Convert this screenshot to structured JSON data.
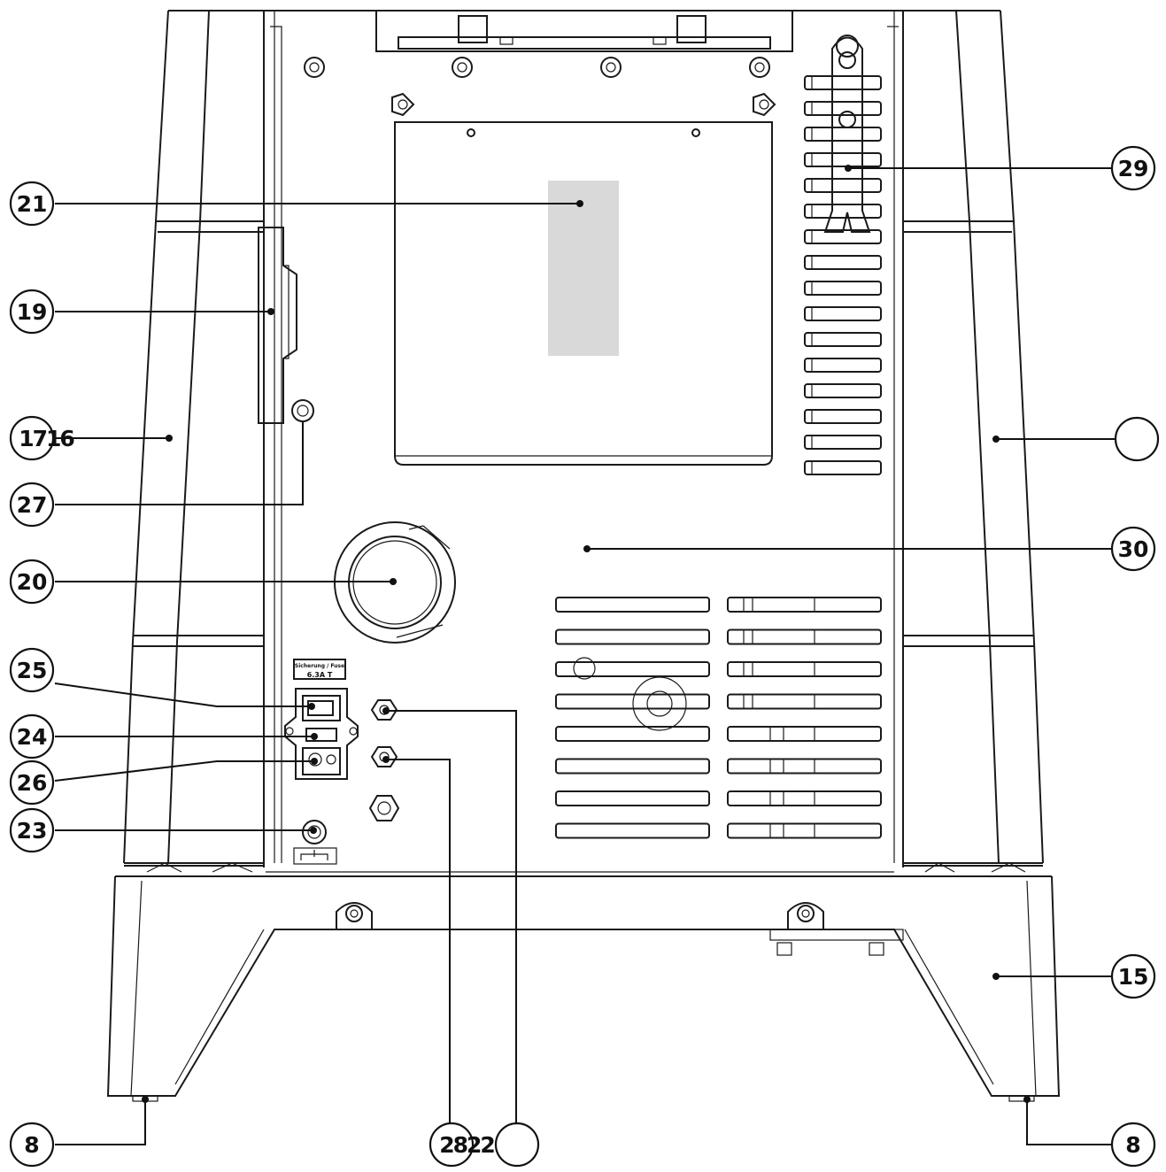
{
  "callouts": [
    {
      "id": "c21",
      "label": "21"
    },
    {
      "id": "c19",
      "label": "19"
    },
    {
      "id": "c1716",
      "label": "1716"
    },
    {
      "id": "c27",
      "label": "27"
    },
    {
      "id": "c20",
      "label": "20"
    },
    {
      "id": "c25",
      "label": "25"
    },
    {
      "id": "c24",
      "label": "24"
    },
    {
      "id": "c26",
      "label": "26"
    },
    {
      "id": "c23",
      "label": "23"
    },
    {
      "id": "c8l",
      "label": "8"
    },
    {
      "id": "c2822",
      "label": "2822"
    },
    {
      "id": "c29",
      "label": "29"
    },
    {
      "id": "c30",
      "label": "30"
    },
    {
      "id": "c15",
      "label": "15"
    },
    {
      "id": "c8r",
      "label": "8"
    },
    {
      "id": "cblank_r",
      "label": ""
    },
    {
      "id": "cblank_b",
      "label": ""
    }
  ],
  "fuse_label": {
    "line1": "Sicherung / Fuse",
    "line2": "6.3A T"
  },
  "colors": {
    "line": "#1a1a1a",
    "highlight": "#d9d9d9"
  }
}
